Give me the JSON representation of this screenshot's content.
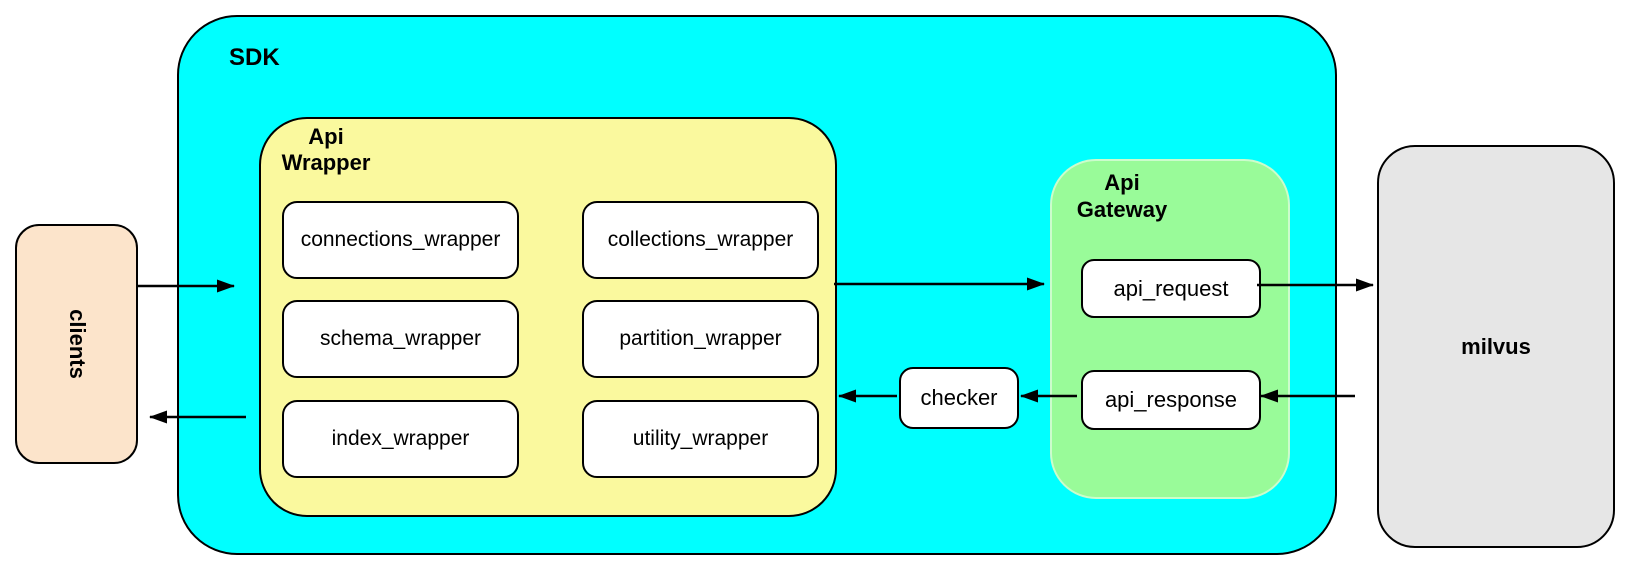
{
  "nodes": {
    "clients": "clients",
    "sdk": "SDK",
    "api_wrapper": {
      "title_line1": "Api",
      "title_line2": "Wrapper",
      "items": [
        {
          "label": "connections_wrapper"
        },
        {
          "label": "collections_wrapper"
        },
        {
          "label": "schema_wrapper"
        },
        {
          "label": "partition_wrapper"
        },
        {
          "label": "index_wrapper"
        },
        {
          "label": "utility_wrapper"
        }
      ]
    },
    "checker": "checker",
    "api_gateway": {
      "title_line1": "Api",
      "title_line2": "Gateway",
      "request": "api_request",
      "response": "api_response"
    },
    "milvus": "milvus"
  },
  "connections": [
    {
      "from": "clients",
      "to": "api_wrapper"
    },
    {
      "from": "api_wrapper",
      "to": "api_gateway"
    },
    {
      "from": "api_request",
      "to": "milvus"
    },
    {
      "from": "milvus",
      "to": "api_response"
    },
    {
      "from": "api_response",
      "to": "checker"
    },
    {
      "from": "checker",
      "to": "api_wrapper"
    },
    {
      "from": "api_wrapper",
      "to": "clients"
    }
  ],
  "colors": {
    "sdk_fill": "#00ffff",
    "api_wrapper_fill": "#faf99e",
    "api_gateway_fill": "#99fb99",
    "clients_fill": "#fce4cb",
    "milvus_fill": "#e6e6e6",
    "node_fill": "#ffffff",
    "border": "#000000"
  }
}
